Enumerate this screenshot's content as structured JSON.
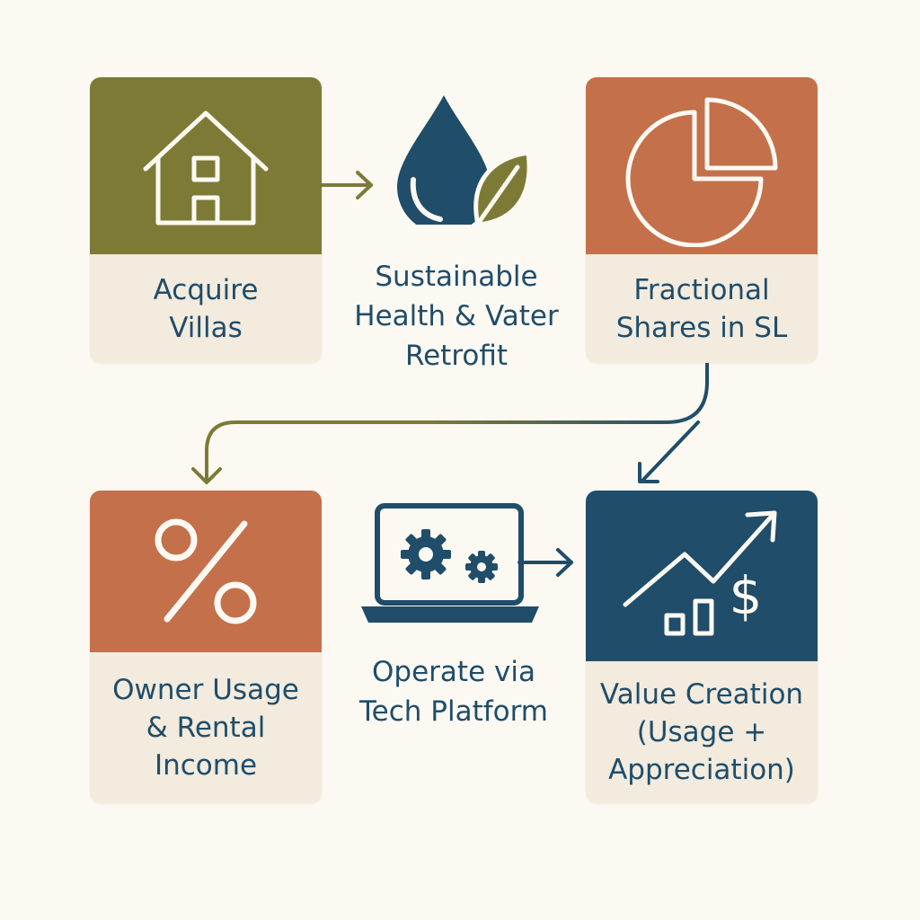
{
  "colors": {
    "background": "#fcf9f2",
    "olive": "#7d7a36",
    "terracotta": "#c4704a",
    "navy": "#1f4d6a",
    "cream": "#f2ebde",
    "text": "#1f4d6a"
  },
  "steps": {
    "acquire": {
      "label": "Acquire\nVillas",
      "icon": "house-icon"
    },
    "retrofit": {
      "label": "Sustainable\nHealth & Vater\nRetrofit",
      "icon": "water-drop-leaf-icon"
    },
    "fractional": {
      "label": "Fractional\nShares in SL",
      "icon": "pie-chart-icon"
    },
    "owner": {
      "label": "Owner Usage\n&  Rental\nIncome",
      "icon": "percent-icon"
    },
    "operate": {
      "label": "Operate via\nTech Platform",
      "icon": "laptop-gears-icon"
    },
    "value": {
      "label": "Value Creation\n(Usage +\nAppreciation)",
      "icon": "growth-chart-dollar-icon"
    }
  }
}
